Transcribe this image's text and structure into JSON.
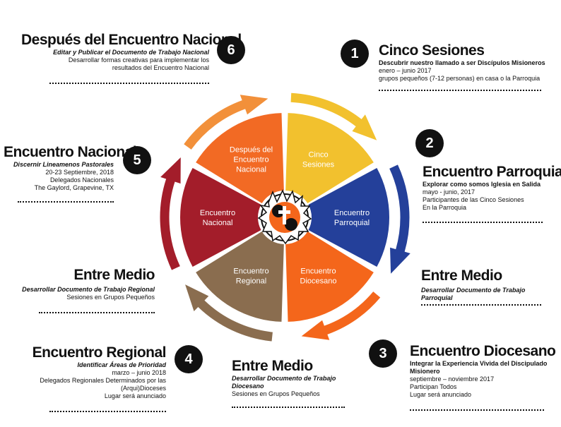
{
  "wheel": {
    "segments": [
      {
        "lines": [
          "Cinco",
          "Sesiones"
        ],
        "color": "#f2c12e"
      },
      {
        "lines": [
          "Encuentro",
          "Parroquial"
        ],
        "color": "#24409a"
      },
      {
        "lines": [
          "Encuentro",
          "Diocesano"
        ],
        "color": "#f4661b"
      },
      {
        "lines": [
          "Encuentro",
          "Regional"
        ],
        "color": "#8a6d4f"
      },
      {
        "lines": [
          "Encuentro",
          "Nacional"
        ],
        "color": "#a31d2a"
      },
      {
        "lines": [
          "Después del",
          "Encuentro",
          "Nacional"
        ],
        "color": "#f26a24"
      }
    ]
  },
  "steps": {
    "s1": {
      "number": "1",
      "title": "Cinco Sesiones",
      "subtitle": "Descubrir nuestro llamado a ser Discípulos Misioneros",
      "lines": [
        "enero – junio 2017",
        "grupos pequeños (7-12 personas) en casa o la Parroquia"
      ]
    },
    "s2": {
      "number": "2",
      "title": "Encuentro Parroquial",
      "subtitle": "Explorar como somos Iglesia en Salida",
      "lines": [
        "mayo - junio, 2017",
        "Participantes de las Cinco Sesiones",
        "En la Parroquia"
      ]
    },
    "s3": {
      "number": "3",
      "title": "Encuentro Diocesano",
      "subtitle": "Integrar la Experiencia Vivida del Discipulado Misionero",
      "lines": [
        "septiembre – noviembre 2017",
        "Participan Todos",
        "Lugar será anunciado"
      ]
    },
    "s4": {
      "number": "4",
      "title": "Encuentro Regional",
      "subtitle": "Identificar Áreas de Prioridad",
      "lines": [
        "marzo – junio 2018",
        "Delegados Regionales Determinados por las (Arqui)Dioceses",
        "Lugar será anunciado"
      ]
    },
    "s5": {
      "number": "5",
      "title": "Encuentro Nacional",
      "subtitle": "Discernir Lineamenos Pastorales",
      "lines": [
        "20-23 Septiembre, 2018",
        "Delegados Nacionales",
        "The Gaylord, Grapevine, TX"
      ]
    },
    "s6": {
      "number": "6",
      "title": "Después del Encuentro Nacional",
      "subtitle": "Editar y Publicar el Documento de Trabajo Nacional",
      "lines": [
        "Desarrollar formas creativas para implementar los",
        "resultados del Encuentro Nacional"
      ]
    }
  },
  "between": {
    "right": {
      "title": "Entre Medio",
      "subtitle": "Desarrollar Documento de Trabajo Parroquial"
    },
    "bottom": {
      "title": "Entre Medio",
      "subtitle": "Desarrollar Documento de Trabajo Diocesano",
      "line": "Sesiones en Grupos Pequeños"
    },
    "left": {
      "title": "Entre Medio",
      "subtitle": "Desarrollar Documento de Trabajo Regional",
      "line": "Sesiones en Grupos Pequeños"
    }
  },
  "arrow_colors": [
    "#f2c12e",
    "#24409a",
    "#f4661b",
    "#8a6d4f",
    "#a31d2a",
    "#f2903a"
  ],
  "logo": {
    "icon": "encuentro-logo-icon"
  }
}
